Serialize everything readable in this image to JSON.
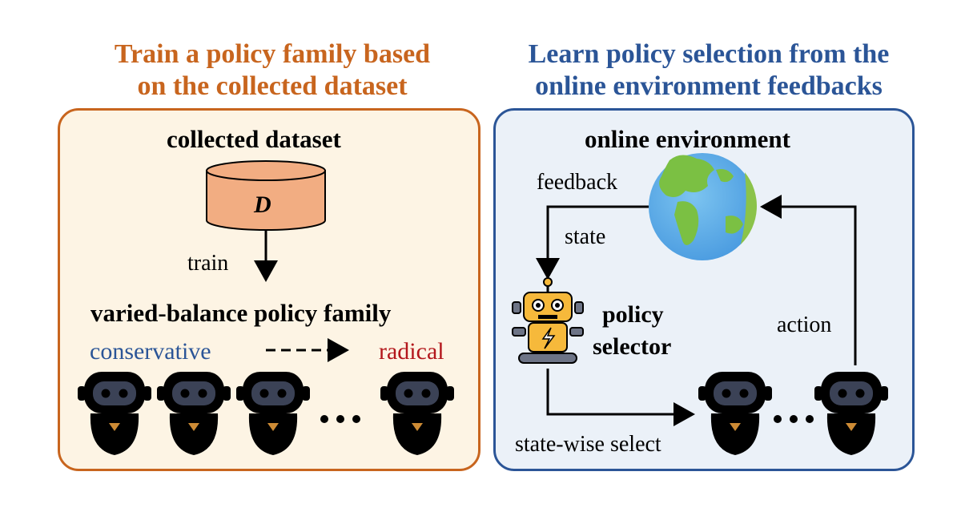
{
  "left": {
    "heading_line1": "Train a policy family based",
    "heading_line2": "on the collected dataset",
    "dataset_title": "collected dataset",
    "dataset_symbol": "D",
    "train_label": "train",
    "family_title": "varied-balance policy family",
    "conservative_label": "conservative",
    "radical_label": "radical",
    "ellipsis": "•••"
  },
  "right": {
    "heading_line1": "Learn policy selection from the",
    "heading_line2": "online environment feedbacks",
    "env_title": "online environment",
    "feedback_label": "feedback",
    "state_label": "state",
    "selector_line1": "policy",
    "selector_line2": "selector",
    "action_label": "action",
    "select_label": "state-wise select",
    "ellipsis": "•••"
  },
  "colors": {
    "left_accent": "#c8651e",
    "right_accent": "#2b5597",
    "conservative": "#2b5597",
    "radical": "#b3161b",
    "dataset_fill": "#f2ad82",
    "left_panel_bg": "#fdf4e4",
    "right_panel_bg": "#ebf1f8"
  },
  "icons": [
    "database-icon",
    "robot-icon",
    "earth-icon",
    "selector-robot-icon"
  ]
}
